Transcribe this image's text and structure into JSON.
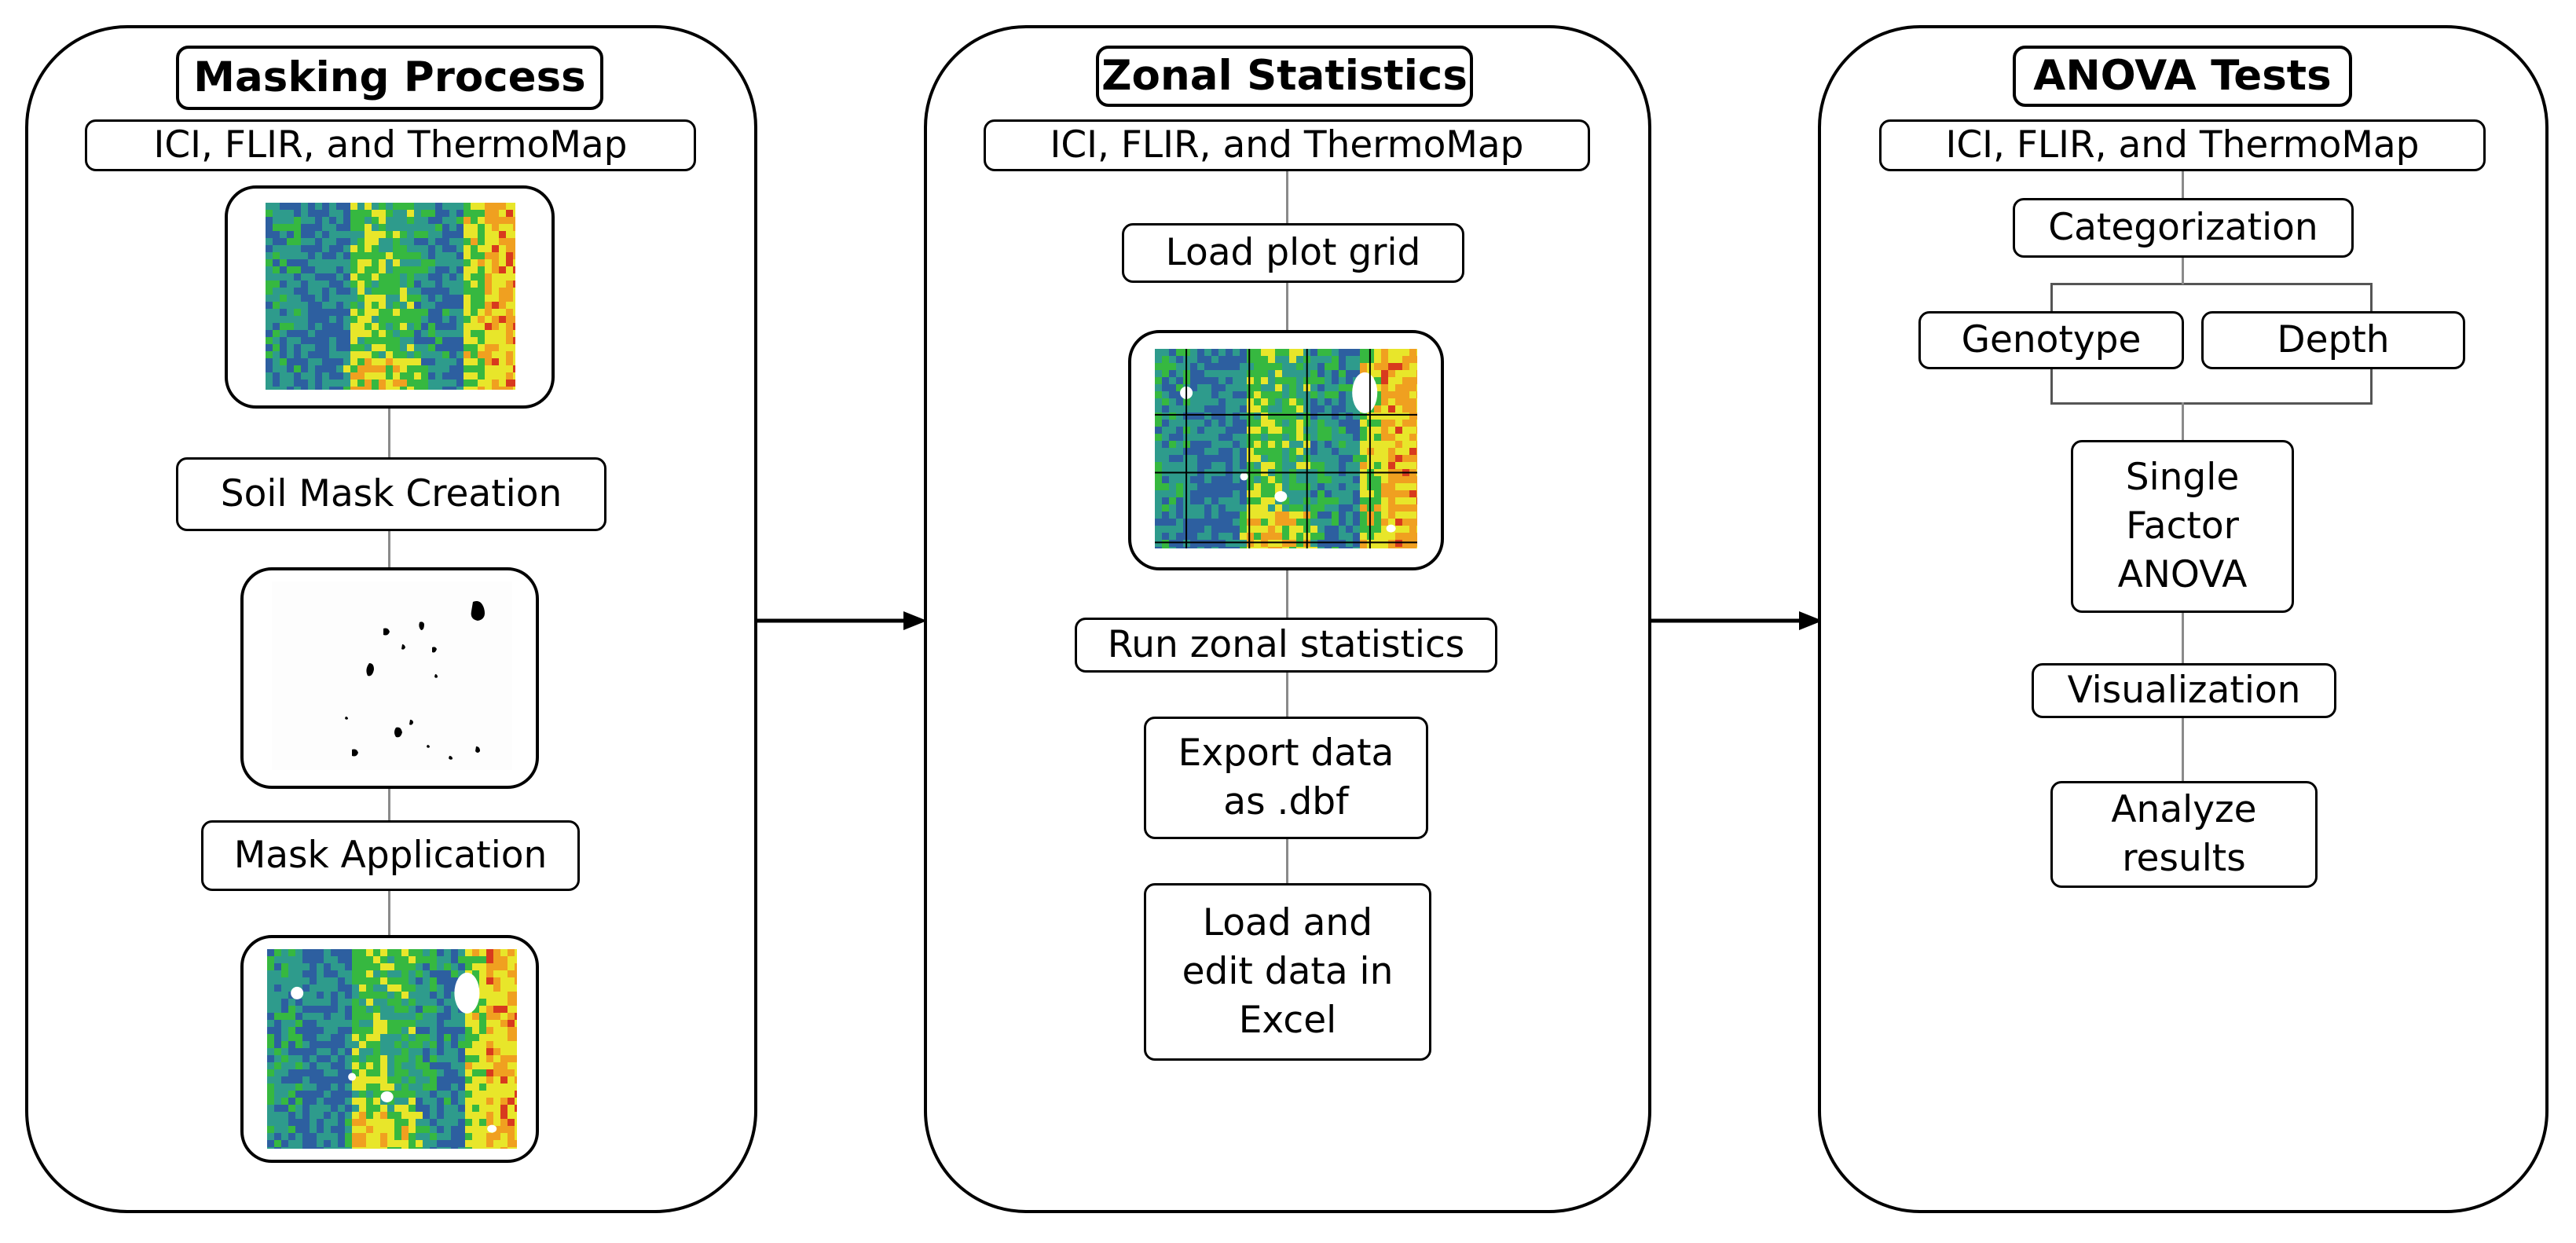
{
  "colors": {
    "border": "#000000",
    "connector": "#8a8a8a",
    "heatmap_blue": "#2d5fa0",
    "heatmap_teal": "#2e9b8c",
    "heatmap_green": "#36b840",
    "heatmap_yellow": "#e8e62a",
    "heatmap_orange": "#f0a020",
    "heatmap_red": "#d83a1e"
  },
  "panels": [
    {
      "title": "Masking Process",
      "source": "ICI, FLIR, and ThermoMap",
      "step1": "Soil Mask Creation",
      "step2": "Mask Application"
    },
    {
      "title": "Zonal Statistics",
      "source": "ICI, FLIR, and ThermoMap",
      "step1": "Load plot grid",
      "step2": "Run zonal statistics",
      "step3": [
        "Export data",
        "as .dbf"
      ],
      "step4": [
        "Load and",
        "edit data in",
        "Excel"
      ]
    },
    {
      "title": "ANOVA Tests",
      "source": "ICI, FLIR, and ThermoMap",
      "step1": "Categorization",
      "branch_left": "Genotype",
      "branch_right": "Depth",
      "step2": [
        "Single",
        "Factor",
        "ANOVA"
      ],
      "step3": "Visualization",
      "step4": [
        "Analyze",
        "results"
      ]
    }
  ]
}
